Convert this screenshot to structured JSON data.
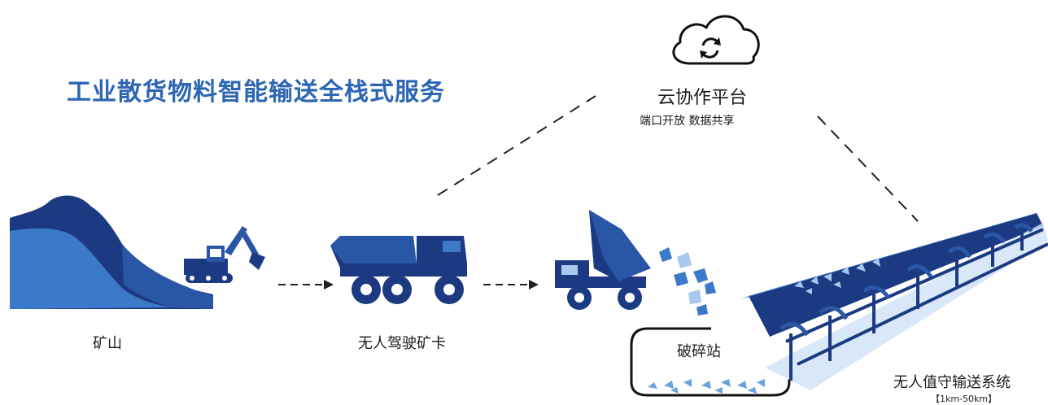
{
  "title": "工业散货物料智能输送全栈式服务",
  "cloud": {
    "name": "云协作平台",
    "subtitle": "端口开放  数据共享",
    "icon": "cloud-sync-icon"
  },
  "nodes": {
    "mine": "矿山",
    "truck": "无人驾驶矿卡",
    "crusher": "破碎站",
    "conveyor": "无人值守输送系统",
    "conveyor_range": "【1km-50km】"
  },
  "colors": {
    "dark_blue": "#1b3a82",
    "mid_blue": "#2a56a6",
    "light_blue": "#3d79c9",
    "pale_blue": "#a9c8ee",
    "title_blue": "#2d66b3"
  }
}
